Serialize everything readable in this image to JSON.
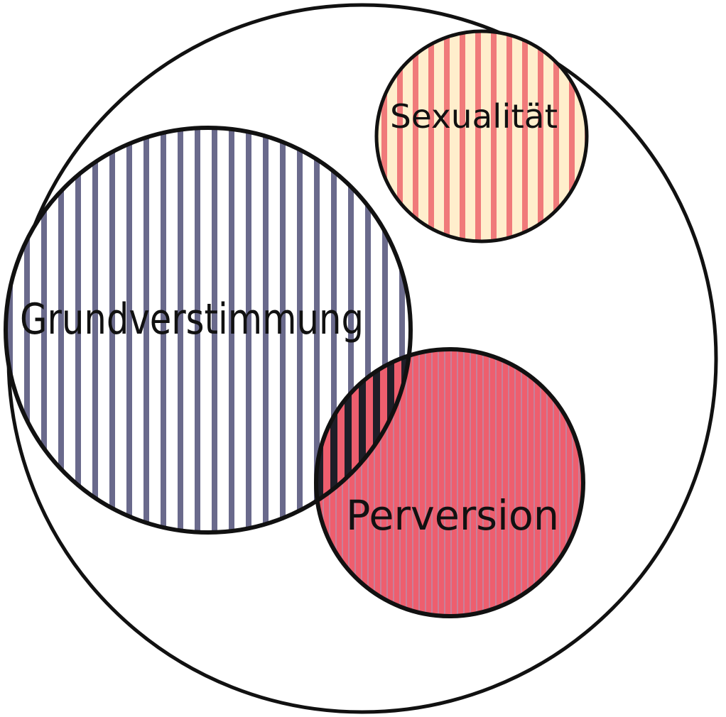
{
  "diagram": {
    "type": "venn",
    "labels": {
      "sexualitaet": "Sexualität",
      "grundverstimmung": "Grundverstimmung",
      "perversion": "Perversion"
    },
    "colors": {
      "outline": "#111111",
      "background": "#ffffff",
      "sexualitaet_fill": "#ffeecc",
      "sexualitaet_stripe": "#f07a7a",
      "grundverstimmung_fill": "#ffffff",
      "grundverstimmung_stripe": "#6a6a8c",
      "perversion_fill": "#ee5e6e",
      "perversion_stripe": "#c8809a",
      "overlap_stripe": "#1e1e28"
    }
  }
}
